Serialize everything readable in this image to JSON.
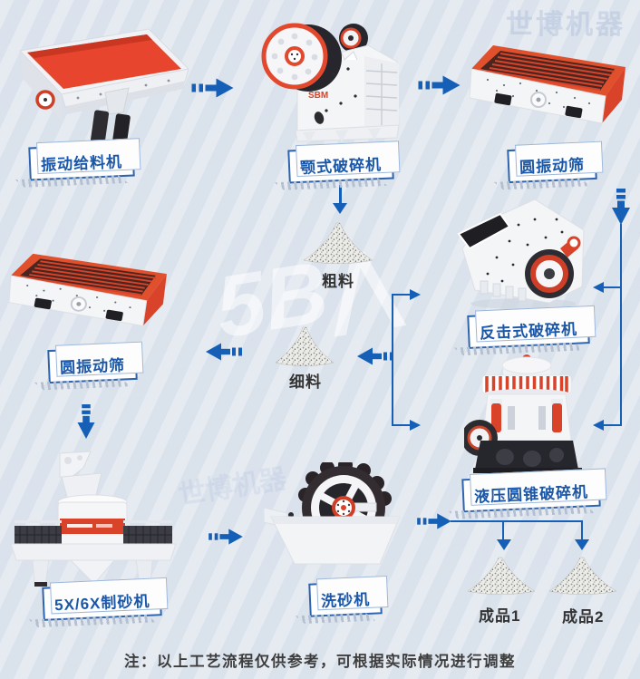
{
  "machines": [
    {
      "id": "vibrating-feeder",
      "label": "振动给料机"
    },
    {
      "id": "jaw-crusher",
      "label": "颚式破碎机"
    },
    {
      "id": "circular-screen-top",
      "label": "圆振动筛"
    },
    {
      "id": "impact-crusher",
      "label": "反击式破碎机"
    },
    {
      "id": "cone-crusher",
      "label": "液压圆锥破碎机"
    },
    {
      "id": "circular-screen-left",
      "label": "圆振动筛"
    },
    {
      "id": "sand-maker",
      "label": "5X/6X制砂机"
    },
    {
      "id": "sand-washer",
      "label": "洗砂机"
    }
  ],
  "materials": [
    {
      "id": "coarse",
      "label": "粗料"
    },
    {
      "id": "fine",
      "label": "细料"
    },
    {
      "id": "product1",
      "label": "成品1"
    },
    {
      "id": "product2",
      "label": "成品2"
    }
  ],
  "note": "注：以上工艺流程仅供参考，可根据实际情况进行调整",
  "machine_logo": "SBM",
  "watermarks": {
    "brand_cn": "世博机器",
    "brand_glyph": "5B⋀"
  },
  "flows": [
    {
      "from": "振动给料机",
      "to": "颚式破碎机"
    },
    {
      "from": "颚式破碎机",
      "to": "圆振动筛"
    },
    {
      "from": "颚式破碎机",
      "to": "粗料"
    },
    {
      "from": "圆振动筛",
      "to": "反击式破碎机"
    },
    {
      "from": "圆振动筛",
      "to": "液压圆锥破碎机"
    },
    {
      "from": "反击式破碎机",
      "to": "细料"
    },
    {
      "from": "液压圆锥破碎机",
      "to": "细料"
    },
    {
      "from": "细料",
      "to": "圆振动筛"
    },
    {
      "from": "圆振动筛",
      "to": "5X/6X制砂机"
    },
    {
      "from": "5X/6X制砂机",
      "to": "洗砂机"
    },
    {
      "from": "洗砂机",
      "to": "成品1"
    },
    {
      "from": "洗砂机",
      "to": "成品2"
    }
  ],
  "colors": {
    "background": "#dde4ee",
    "arrow_blue": "#1560b6",
    "label_text": "#1a57a8",
    "label_border": "#2e63ae",
    "machine_red": "#d8432a",
    "dark_part": "#2b2b30",
    "note_text": "#3d3d3d"
  }
}
